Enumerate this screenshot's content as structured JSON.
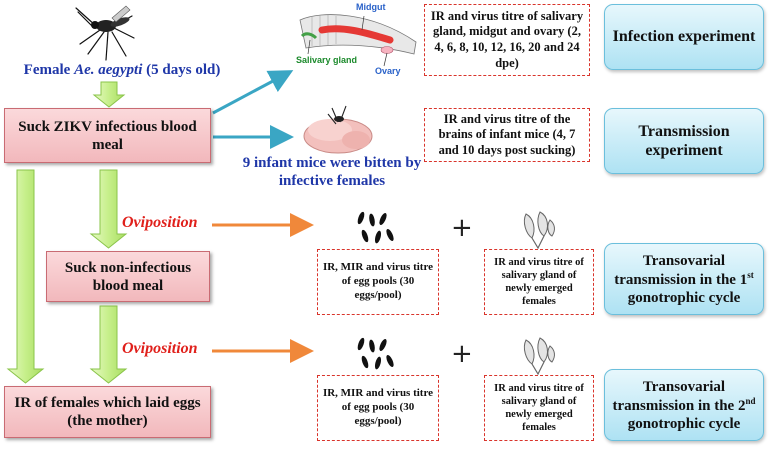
{
  "mosquito_label_prefix": "Female ",
  "mosquito_label_species": "Ae. aegypti",
  "mosquito_label_suffix": " (5 days old)",
  "boxes": {
    "suck_zikv": "Suck ZIKV infectious blood meal",
    "suck_noninfectious": "Suck non-infectious blood meal",
    "ir_mother": "IR of females which laid eggs (the mother)"
  },
  "oviposition_1": "Oviposition",
  "oviposition_2": "Oviposition",
  "mice_caption": "9 infant mice were bitten by infective females",
  "anatomy": {
    "midgut": "Midgut",
    "salivary_gland": "Salivary gland",
    "ovary": "Ovary"
  },
  "dashed": {
    "infection_assay": "IR and virus titre of salivary gland, midgut and ovary (2, 4, 6, 8, 10, 12, 16, 20 and 24 dpe)",
    "transmission_assay": "IR and virus titre of the brains of infant mice (4, 7 and 10 days post sucking)",
    "egg_pool_1": "IR, MIR and virus titre of egg pools (30 eggs/pool)",
    "salivary_1": "IR and virus titre of salivary gland of newly emerged females",
    "egg_pool_2": "IR, MIR and virus titre of egg pools (30 eggs/pool)",
    "salivary_2": "IR and virus titre of salivary gland of newly emerged females"
  },
  "plus_1": "+",
  "plus_2": "+",
  "experiments": {
    "infection": "Infection experiment",
    "transmission": "Transmission experiment",
    "cycle1_text": "Transovarial transmission in the 1",
    "cycle1_sup": "st",
    "cycle1_tail": " gonotrophic cycle",
    "cycle2_text": "Transovarial transmission in the 2",
    "cycle2_sup": "nd",
    "cycle2_tail": " gonotrophic cycle"
  },
  "colors": {
    "green_arrow": "#c6ef8a",
    "blue_arrow": "#3aa6c4",
    "orange_arrow": "#f0883a",
    "dash_red": "#d9342b",
    "label_blue": "#1f37a8",
    "oviposition_red": "#e0201b"
  }
}
